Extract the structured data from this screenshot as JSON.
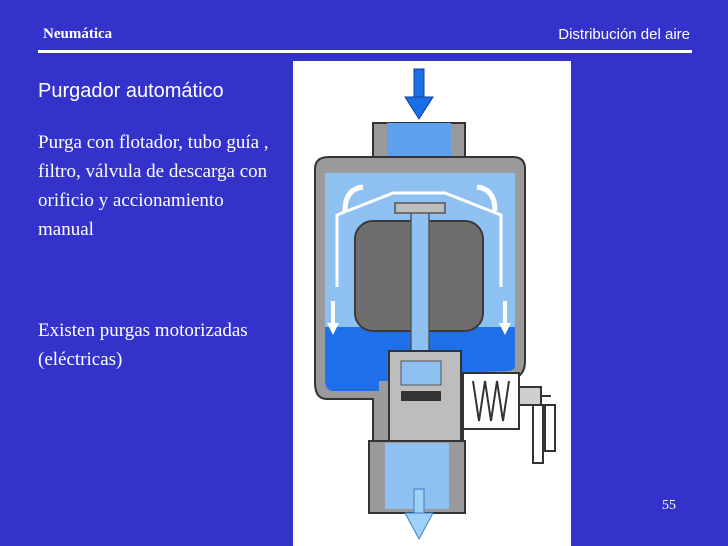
{
  "header": {
    "left": "Neumática",
    "right": "Distribución del aire"
  },
  "slide": {
    "title": "Purgador automático",
    "paragraph1": "Purga con flotador, tubo guía , filtro, válvula de descarga con orificio y accionamiento manual",
    "paragraph2": "Existen purgas motorizadas (eléctricas)",
    "page_number": "55"
  },
  "figure": {
    "colors": {
      "casing": "#9a9a9a",
      "water": "#1f6fe8",
      "air": "#8ec0f2",
      "float": "#6e6e6e",
      "arrow_in": "#1a6fe6",
      "arrow_out": "#9fd0f5"
    },
    "icons": [
      "arrow-down-icon",
      "spring-icon",
      "knob-icon"
    ]
  }
}
